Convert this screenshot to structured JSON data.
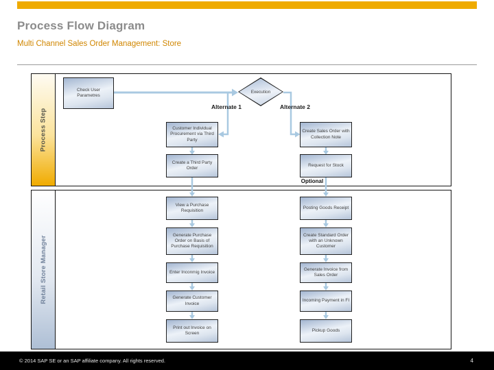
{
  "slide": {
    "title": "Process Flow Diagram",
    "subtitle": "Multi Channel Sales Order Management: Store",
    "footer": "© 2014 SAP SE or an SAP affiliate company. All rights reserved.",
    "page_number": "4"
  },
  "colors": {
    "accent_gold": "#efab00",
    "title_gray": "#8b8b8b",
    "subtitle_orange": "#d08600",
    "arrow_blue": "#a9c9e1",
    "lane2_blue": "#aebfd5",
    "box_border": "#1f1f1f"
  },
  "diagram": {
    "lanes": [
      {
        "label": "Process Step"
      },
      {
        "label": "Retail Store Manager"
      }
    ],
    "start": "Check User Parametres",
    "decision": "Execution",
    "branch_labels": [
      "Alternate 1",
      "Alternate 2"
    ],
    "optional_label": "Optional",
    "alt1_steps": [
      "Customer Individual Procurement via Third Party",
      "Create a Third Party Order",
      "View a Purchase Requisition",
      "Generate Purchase Order on Basis of Purchase Requisition",
      "Enter Inconmig Invoice",
      "Generate Customer Invoice",
      "Print out Invoice on Screen"
    ],
    "alt2_steps": [
      "Create Sales Order with Collection Note",
      "Request for Stock",
      "Posting Goods Receipt",
      "Create Standard Order with an Unknown Customer",
      "Generate Invoice from Sales Order",
      "Incoming Payment in FI",
      "Pickup Goods"
    ]
  }
}
